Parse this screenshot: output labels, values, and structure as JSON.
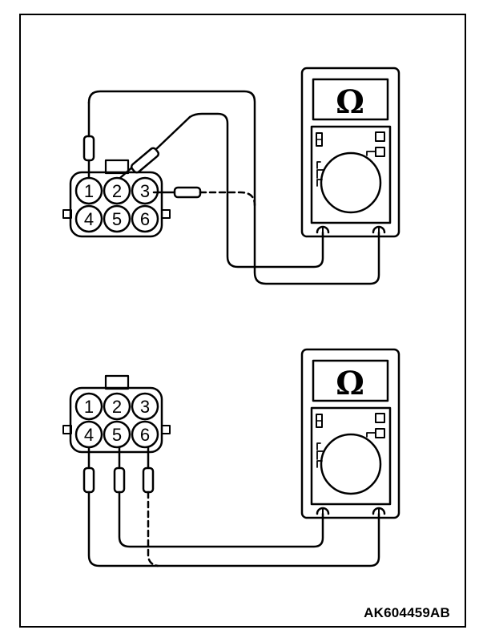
{
  "figure_code": "AK604459AB",
  "meter_symbol": "Ω",
  "connector_top": {
    "pins": [
      "1",
      "2",
      "3",
      "4",
      "5",
      "6"
    ]
  },
  "connector_bottom": {
    "pins": [
      "1",
      "2",
      "3",
      "4",
      "5",
      "6"
    ]
  }
}
